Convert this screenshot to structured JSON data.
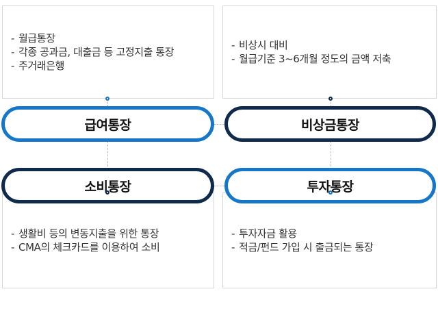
{
  "boxes": {
    "salary": [
      "월급통장",
      "각종 공과금, 대출금 등 고정지출 통장",
      "주거래은행"
    ],
    "emergency": [
      "비상시 대비",
      "월급기준 3~6개월 정도의 금액 저축"
    ],
    "spending": [
      "생활비 등의 변동지출을 위한 통장",
      "CMA의 체크카드를 이용하여 소비"
    ],
    "invest": [
      "투자자금 활용",
      "적금/펀드 가입 시 출금되는 통장"
    ]
  },
  "bullet": "-",
  "pills": {
    "salary": "급여통장",
    "emergency": "비상금통장",
    "spending": "소비통장",
    "invest": "투자통장"
  },
  "colors": {
    "blue": "#1677c8",
    "navy": "#0f2a4a",
    "dashed_line": "#b8b8b8",
    "box_border": "#d6d6d6"
  }
}
